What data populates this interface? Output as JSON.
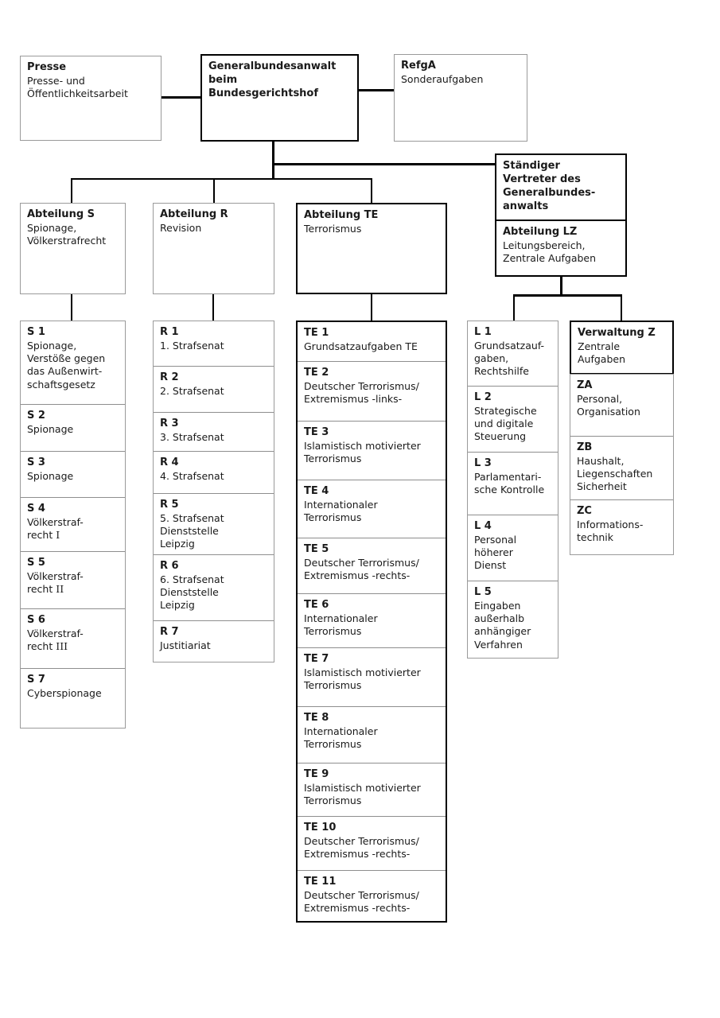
{
  "palette": {
    "background": "#ffffff",
    "connector": "#000000",
    "border_emphasis": "#000000",
    "border_regular": "#9a9a9a",
    "text": "#1a1a1a"
  },
  "top": {
    "presse": {
      "title": "Presse",
      "desc": "Presse- und\nÖffentlichkeitsarbeit"
    },
    "gba": {
      "title": "Generalbundesanwalt\nbeim\nBundesgerichtshof"
    },
    "refga": {
      "title": "RefgA",
      "desc": "Sonderaufgaben"
    },
    "staendiger_vertreter": {
      "title": "Ständiger\nVertreter des\nGeneralbundes-\nanwalts"
    },
    "abteilung_lz": {
      "title": "Abteilung LZ",
      "desc": "Leitungsbereich,\nZentrale Aufgaben"
    }
  },
  "departments": {
    "s": {
      "title": "Abteilung S",
      "desc": "Spionage,\nVölkerstrafrecht"
    },
    "r": {
      "title": "Abteilung R",
      "desc": "Revision"
    },
    "te": {
      "title": "Abteilung TE",
      "desc": "Terrorismus"
    },
    "z": {
      "title": "Verwaltung Z",
      "desc": "Zentrale\nAufgaben"
    }
  },
  "columns": {
    "s": [
      {
        "code": "S 1",
        "desc": "Spionage,\nVerstöße gegen\ndas Außenwirt-\nschaftsgesetz"
      },
      {
        "code": "S 2",
        "desc": "Spionage"
      },
      {
        "code": "S 3",
        "desc": "Spionage"
      },
      {
        "code": "S 4",
        "desc": "Völkerstraf-\nrecht",
        "roman": "I"
      },
      {
        "code": "S 5",
        "desc": "Völkerstraf-\nrecht",
        "roman": "II"
      },
      {
        "code": "S 6",
        "desc": "Völkerstraf-\nrecht",
        "roman": "III"
      },
      {
        "code": "S 7",
        "desc": "Cyberspionage"
      }
    ],
    "r": [
      {
        "code": "R 1",
        "desc": "1. Strafsenat"
      },
      {
        "code": "R 2",
        "desc": "2. Strafsenat"
      },
      {
        "code": "R 3",
        "desc": "3. Strafsenat"
      },
      {
        "code": "R 4",
        "desc": "4. Strafsenat"
      },
      {
        "code": "R 5",
        "desc": "5. Strafsenat\nDienststelle\nLeipzig"
      },
      {
        "code": "R 6",
        "desc": "6. Strafsenat\nDienststelle\nLeipzig"
      },
      {
        "code": "R 7",
        "desc": "Justitiariat"
      }
    ],
    "te": [
      {
        "code": "TE 1",
        "desc": "Grundsatzaufgaben TE"
      },
      {
        "code": "TE 2",
        "desc": "Deutscher Terrorismus/\nExtremismus -links-"
      },
      {
        "code": "TE 3",
        "desc": "Islamistisch motivierter\nTerrorismus"
      },
      {
        "code": "TE 4",
        "desc": "Internationaler\nTerrorismus"
      },
      {
        "code": "TE 5",
        "desc": "Deutscher Terrorismus/\nExtremismus -rechts-"
      },
      {
        "code": "TE 6",
        "desc": "Internationaler\nTerrorismus"
      },
      {
        "code": "TE 7",
        "desc": "Islamistisch motivierter\nTerrorismus"
      },
      {
        "code": "TE 8",
        "desc": "Internationaler\nTerrorismus"
      },
      {
        "code": "TE 9",
        "desc": "Islamistisch motivierter\nTerrorismus"
      },
      {
        "code": "TE 10",
        "desc": "Deutscher Terrorismus/\nExtremismus -rechts-"
      },
      {
        "code": "TE 11",
        "desc": "Deutscher Terrorismus/\nExtremismus -rechts-"
      }
    ],
    "l": [
      {
        "code": "L 1",
        "desc": "Grundsatzauf-\ngaben,\nRechtshilfe"
      },
      {
        "code": "L 2",
        "desc": "Strategische\nund digitale\nSteuerung"
      },
      {
        "code": "L 3",
        "desc": "Parlamentari-\nsche Kontrolle"
      },
      {
        "code": "L 4",
        "desc": "Personal\nhöherer\nDienst"
      },
      {
        "code": "L 5",
        "desc": "Eingaben\naußerhalb\nanhängiger\nVerfahren"
      }
    ],
    "z": [
      {
        "code": "ZA",
        "desc": "Personal,\nOrganisation"
      },
      {
        "code": "ZB",
        "desc": "Haushalt,\nLiegenschaften\nSicherheit"
      },
      {
        "code": "ZC",
        "desc": "Informations-\ntechnik"
      }
    ]
  }
}
